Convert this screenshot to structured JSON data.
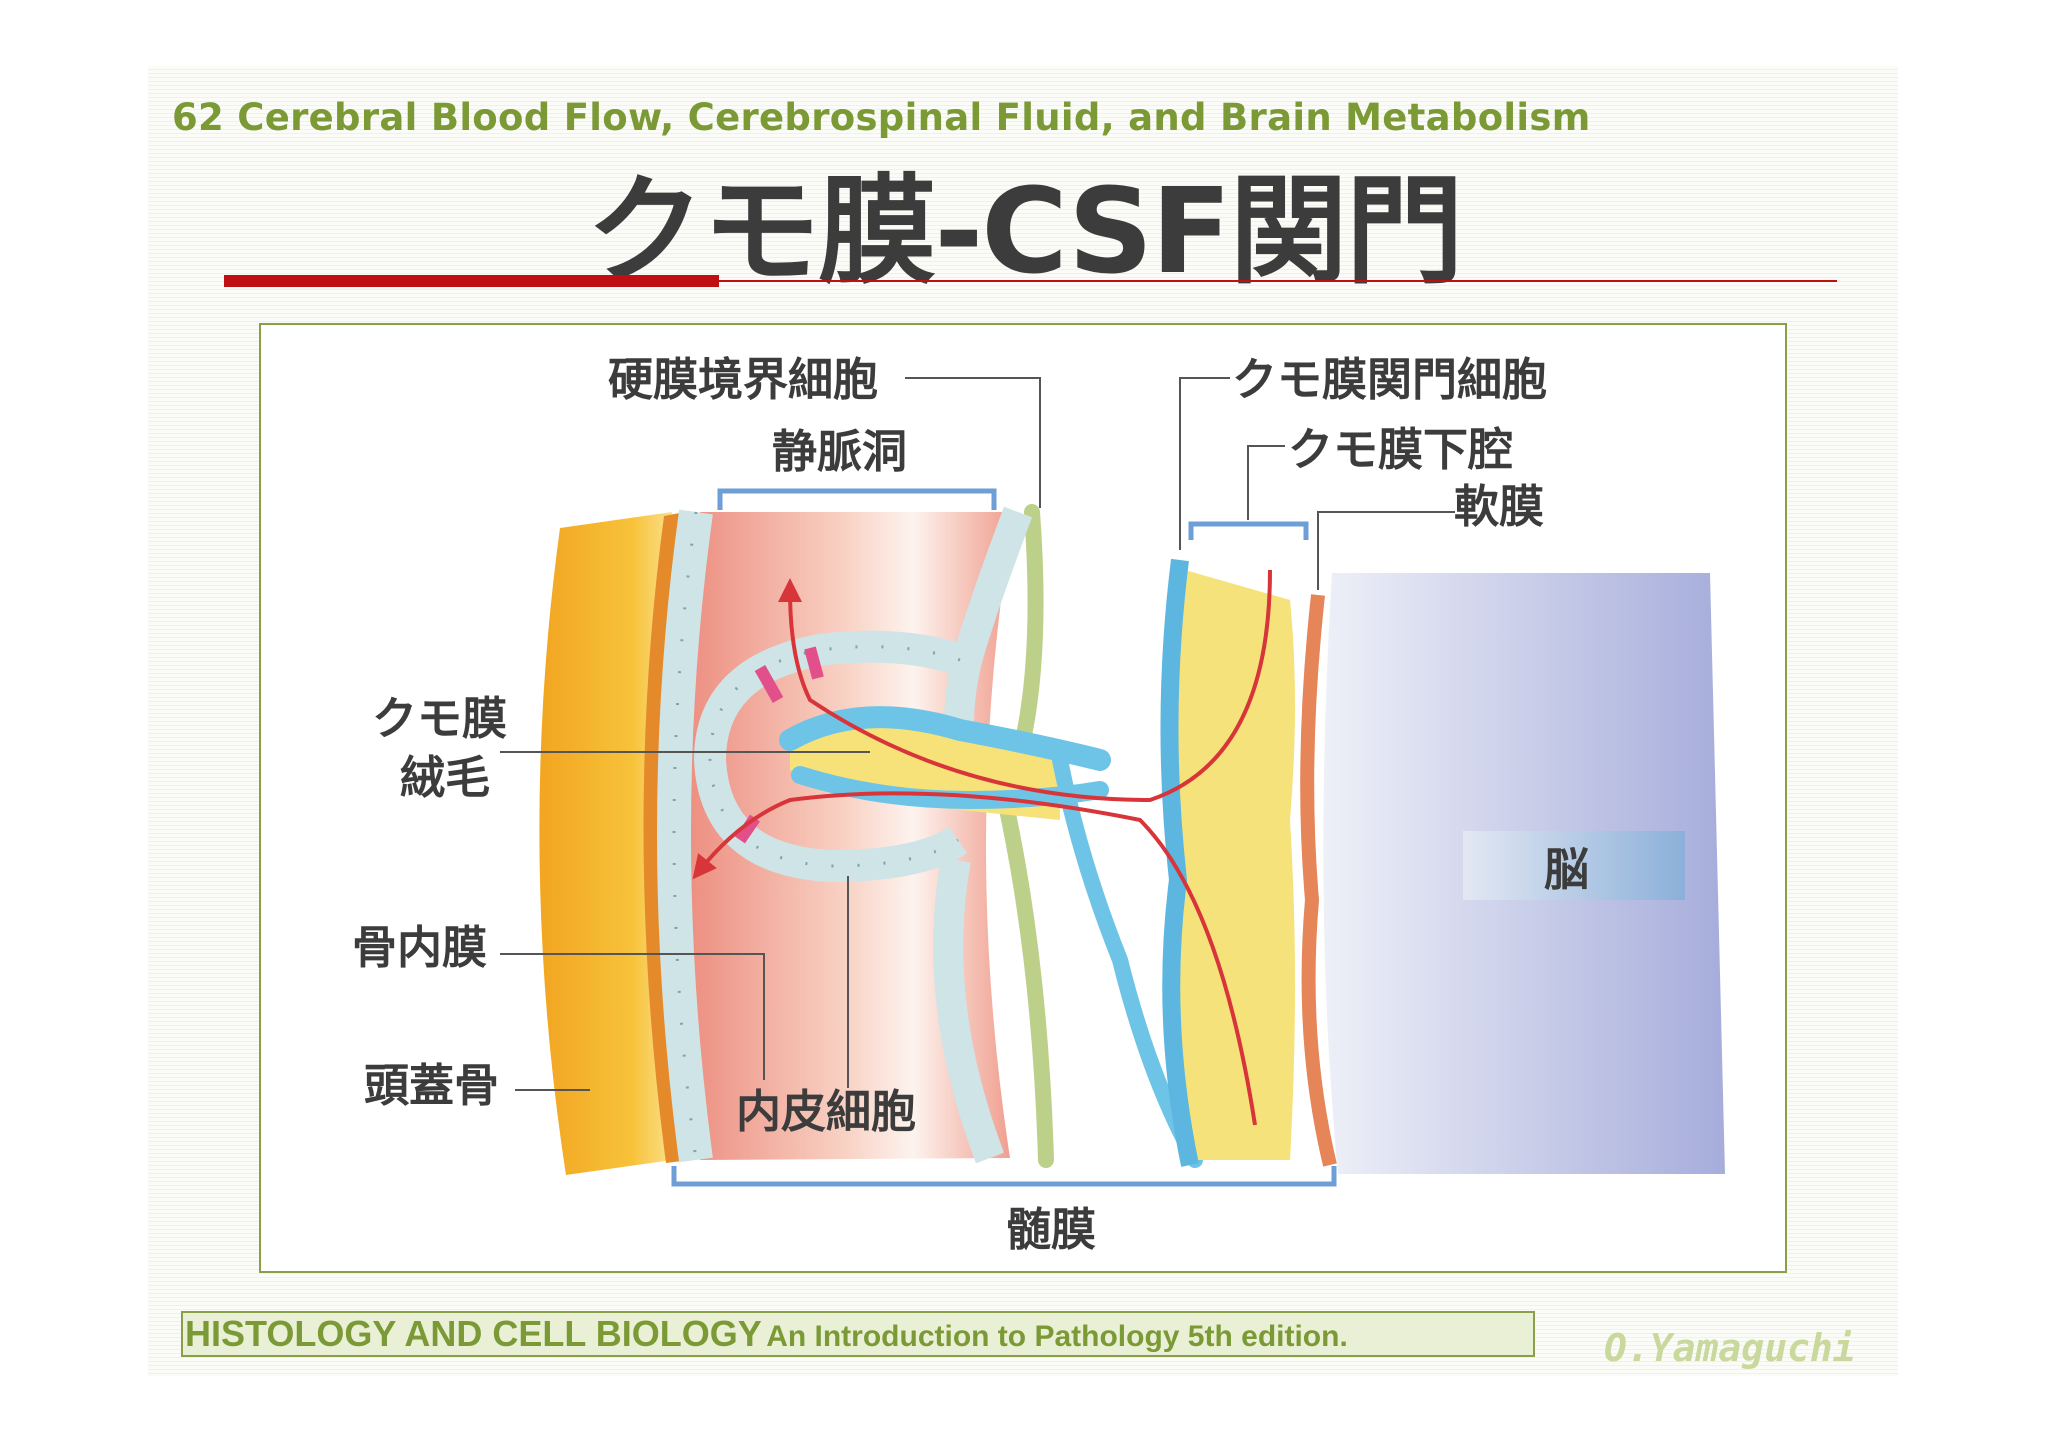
{
  "header": {
    "chapter": "62 Cerebral Blood Flow, Cerebrospinal Fluid, and Brain Metabolism",
    "title": "クモ膜-CSF関門"
  },
  "diagram": {
    "labels": {
      "dural_border_cells": "硬膜境界細胞",
      "venous_sinus": "静脈洞",
      "arachnoid_barrier_cells": "クモ膜関門細胞",
      "subarachnoid_space": "クモ膜下腔",
      "pia_mater": "軟膜",
      "arachnoid_villus_line1": "クモ膜",
      "arachnoid_villus_line2": "絨毛",
      "endosteum": "骨内膜",
      "skull": "頭蓋骨",
      "endothelial_cells": "内皮細胞",
      "brain": "脳",
      "meninges": "髄膜"
    }
  },
  "footer": {
    "source_main": "HISTOLOGY AND CELL BIOLOGY",
    "source_sub": "An Introduction to Pathology 5th edition.",
    "author": "O.Yamaguchi"
  },
  "colors": {
    "accent_red": "#c00f12",
    "header_green": "#7b9a36",
    "frame_green": "#8aa048",
    "text_dark": "#3c3c3c"
  }
}
